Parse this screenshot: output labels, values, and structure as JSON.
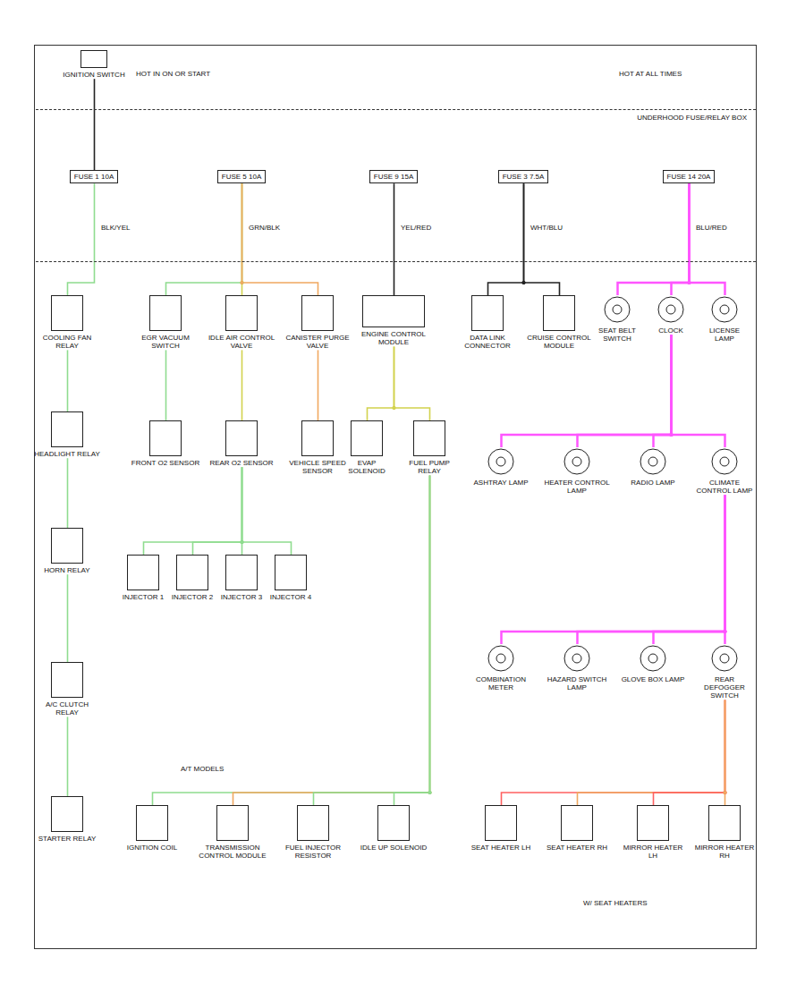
{
  "diagram": {
    "nodes": [
      {
        "text": [
          "IGNITION SWITCH"
        ]
      },
      {
        "text": [
          "UNDERHOOD FUSE/RELAY BOX"
        ]
      },
      {
        "text": [
          "FUSE 1 10A"
        ],
        "in": 1
      },
      {
        "text": [
          "FUSE 5 10A"
        ],
        "in": 1
      },
      {
        "text": [
          "FUSE 9 15A"
        ],
        "in": 1
      },
      {
        "text": [
          "FUSE 3 7.5A"
        ],
        "in": 1
      },
      {
        "text": [
          "FUSE 14 20A"
        ],
        "in": 1
      },
      {
        "text": [
          "COOLING FAN RELAY"
        ]
      },
      {
        "text": [
          "HEADLIGHT RELAY"
        ]
      },
      {
        "text": [
          "HORN RELAY"
        ]
      },
      {
        "text": [
          "A/C CLUTCH RELAY"
        ]
      },
      {
        "text": [
          "STARTER RELAY"
        ]
      },
      {
        "text": [
          "EGR VACUUM SWITCH"
        ]
      },
      {
        "text": [
          "IDLE AIR CONTROL VALVE"
        ]
      },
      {
        "text": [
          "CANISTER PURGE VALVE"
        ]
      },
      {
        "text": [
          "FRONT O2 SENSOR"
        ]
      },
      {
        "text": [
          "REAR O2 SENSOR"
        ]
      },
      {
        "text": [
          "VEHICLE SPEED SENSOR"
        ]
      },
      {
        "text": [
          "INJECTOR 1"
        ]
      },
      {
        "text": [
          "INJECTOR 2"
        ]
      },
      {
        "text": [
          "INJECTOR 3"
        ]
      },
      {
        "text": [
          "INJECTOR 4"
        ]
      },
      {
        "text": [
          "ENGINE CONTROL MODULE"
        ]
      },
      {
        "text": [
          "EVAP SOLENOID"
        ]
      },
      {
        "text": [
          "FUEL PUMP RELAY"
        ]
      },
      {
        "text": [
          "IGNITION COIL"
        ]
      },
      {
        "text": [
          "TRANSMISSION CONTROL MODULE"
        ]
      },
      {
        "text": [
          "FUEL INJECTOR RESISTOR"
        ]
      },
      {
        "text": [
          "IDLE UP SOLENOID"
        ]
      },
      {
        "text": [
          "DATA LINK CONNECTOR"
        ]
      },
      {
        "text": [
          "CRUISE CONTROL MODULE"
        ]
      },
      {
        "text": [
          "SEAT BELT SWITCH"
        ]
      },
      {
        "text": [
          "CLOCK"
        ]
      },
      {
        "text": [
          "LICENSE LAMP"
        ]
      },
      {
        "text": [
          "ASHTRAY LAMP"
        ]
      },
      {
        "text": [
          "HEATER CONTROL LAMP"
        ]
      },
      {
        "text": [
          "RADIO LAMP"
        ]
      },
      {
        "text": [
          "CLIMATE CONTROL LAMP"
        ]
      },
      {
        "text": [
          "COMBINATION METER"
        ]
      },
      {
        "text": [
          "HAZARD SWITCH LAMP"
        ]
      },
      {
        "text": [
          "GLOVE BOX LAMP"
        ]
      },
      {
        "text": [
          "REAR DEFOGGER SWITCH"
        ]
      },
      {
        "text": [
          "SEAT HEATER LH"
        ]
      },
      {
        "text": [
          "SEAT HEATER RH"
        ]
      },
      {
        "text": [
          "MIRROR HEATER LH"
        ]
      },
      {
        "text": [
          "MIRROR HEATER RH"
        ]
      }
    ],
    "edges": [
      {
        "from": 0,
        "to": 2,
        "arrow": "none"
      },
      {
        "from": 2,
        "to": 7,
        "arrow": "none"
      },
      {
        "from": 7,
        "to": 8,
        "arrow": "none"
      },
      {
        "from": 8,
        "to": 9,
        "arrow": "none"
      },
      {
        "from": 9,
        "to": 10,
        "arrow": "none"
      },
      {
        "from": 10,
        "to": 11,
        "arrow": "none"
      },
      {
        "from": 3,
        "to": 12,
        "arrow": "none"
      },
      {
        "from": 3,
        "to": 13,
        "arrow": "none"
      },
      {
        "from": 3,
        "to": 14,
        "arrow": "none"
      },
      {
        "from": 12,
        "to": 15,
        "arrow": "none"
      },
      {
        "from": 13,
        "to": 16,
        "arrow": "none"
      },
      {
        "from": 14,
        "to": 17,
        "arrow": "none"
      },
      {
        "from": 16,
        "to": 18,
        "arrow": "none"
      },
      {
        "from": 16,
        "to": 19,
        "arrow": "none"
      },
      {
        "from": 16,
        "to": 20,
        "arrow": "none"
      },
      {
        "from": 16,
        "to": 21,
        "arrow": "none"
      },
      {
        "from": 4,
        "to": 22,
        "arrow": "none"
      },
      {
        "from": 22,
        "to": 23,
        "arrow": "none"
      },
      {
        "from": 22,
        "to": 24,
        "arrow": "none"
      },
      {
        "from": 24,
        "to": 25,
        "arrow": "none"
      },
      {
        "from": 24,
        "to": 26,
        "arrow": "none"
      },
      {
        "from": 24,
        "to": 27,
        "arrow": "none"
      },
      {
        "from": 24,
        "to": 28,
        "arrow": "none"
      },
      {
        "from": 5,
        "to": 29,
        "arrow": "none"
      },
      {
        "from": 5,
        "to": 30,
        "arrow": "none"
      },
      {
        "from": 6,
        "to": 31,
        "arrow": "none"
      },
      {
        "from": 6,
        "to": 32,
        "arrow": "none"
      },
      {
        "from": 6,
        "to": 33,
        "arrow": "none"
      },
      {
        "from": 32,
        "to": 34,
        "arrow": "none"
      },
      {
        "from": 32,
        "to": 35,
        "arrow": "none"
      },
      {
        "from": 32,
        "to": 36,
        "arrow": "none"
      },
      {
        "from": 32,
        "to": 37,
        "arrow": "none"
      },
      {
        "from": 37,
        "to": 38,
        "arrow": "none"
      },
      {
        "from": 37,
        "to": 39,
        "arrow": "none"
      },
      {
        "from": 37,
        "to": 40,
        "arrow": "none"
      },
      {
        "from": 37,
        "to": 41,
        "arrow": "none"
      },
      {
        "from": 41,
        "to": 42,
        "arrow": "none"
      },
      {
        "from": 41,
        "to": 43,
        "arrow": "none"
      },
      {
        "from": 41,
        "to": 44,
        "arrow": "none"
      },
      {
        "from": 41,
        "to": 45,
        "arrow": "none"
      }
    ],
    "labels": [
      "HOT IN ON OR START",
      "HOT AT ALL TIMES",
      "BLK/YEL",
      "GRN/BLK",
      "YEL/RED",
      "WHT/BLU",
      "BLU/RED",
      "A/T MODELS",
      "W/ SEAT HEATERS"
    ]
  }
}
